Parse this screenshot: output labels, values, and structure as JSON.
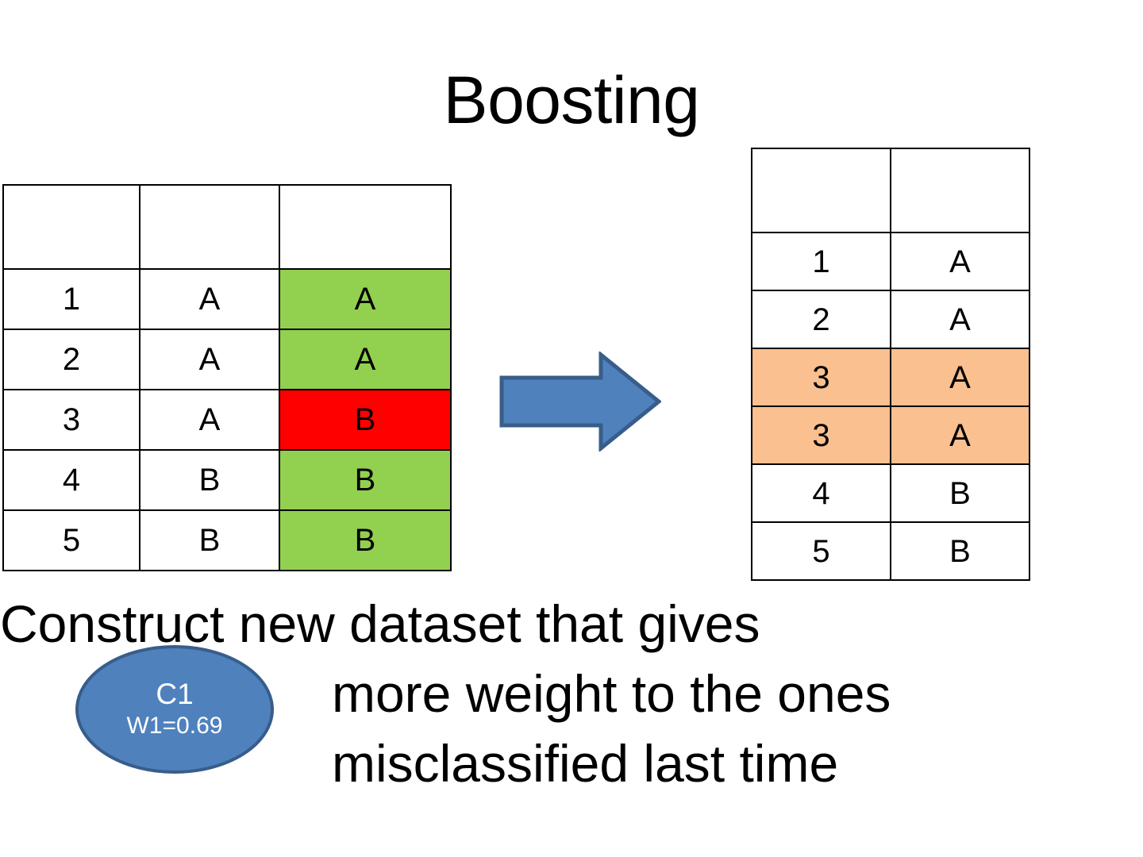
{
  "slide": {
    "title": "Boosting",
    "background_color": "#FFFFFF"
  },
  "colors": {
    "correct_green": "#92D050",
    "error_red": "#FF0000",
    "reweighted_orange": "#FAC090",
    "accent_blue": "#4F81BD",
    "accent_blue_border": "#385D8A",
    "table_border": "#000000",
    "text": "#000000"
  },
  "left_table": {
    "name": "original-dataset-table",
    "columns": [
      "",
      "",
      ""
    ],
    "header_row": [
      "",
      "",
      ""
    ],
    "rows": [
      {
        "index": "1",
        "true_label": "A",
        "predicted": "A",
        "predicted_fill": "correct_green"
      },
      {
        "index": "2",
        "true_label": "A",
        "predicted": "A",
        "predicted_fill": "correct_green"
      },
      {
        "index": "3",
        "true_label": "A",
        "predicted": "B",
        "predicted_fill": "error_red"
      },
      {
        "index": "4",
        "true_label": "B",
        "predicted": "B",
        "predicted_fill": "correct_green"
      },
      {
        "index": "5",
        "true_label": "B",
        "predicted": "B",
        "predicted_fill": "correct_green"
      }
    ]
  },
  "arrow": {
    "name": "right-arrow",
    "direction": "right",
    "fill": "#4F81BD",
    "stroke": "#385D8A"
  },
  "right_table": {
    "name": "resampled-dataset-table",
    "columns": [
      "",
      ""
    ],
    "header_row": [
      "",
      ""
    ],
    "rows": [
      {
        "index": "1",
        "label": "A",
        "fill": "none"
      },
      {
        "index": "2",
        "label": "A",
        "fill": "none"
      },
      {
        "index": "3",
        "label": "A",
        "fill": "reweighted_orange"
      },
      {
        "index": "3",
        "label": "A",
        "fill": "reweighted_orange"
      },
      {
        "index": "4",
        "label": "B",
        "fill": "none"
      },
      {
        "index": "5",
        "label": "B",
        "fill": "none"
      }
    ]
  },
  "caption": {
    "line1": "Construct new dataset that gives",
    "line2": "more weight to the ones",
    "line3": "misclassified last time"
  },
  "classifier": {
    "name": "C1",
    "weight_label": "W1=0.69"
  }
}
